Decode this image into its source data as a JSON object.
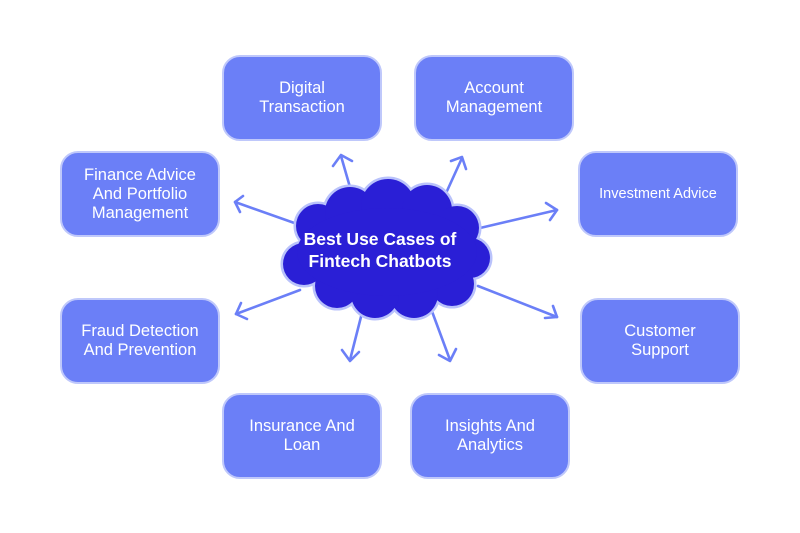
{
  "diagram": {
    "center_label": "Best Use Cases of\nFintech Chatbots",
    "boxes": [
      {
        "id": "digital",
        "label": "Digital\nTransaction"
      },
      {
        "id": "account",
        "label": "Account\nManagement"
      },
      {
        "id": "finance",
        "label": "Finance Advice\nAnd Portfolio\nManagement"
      },
      {
        "id": "investment",
        "label": "Investment Advice"
      },
      {
        "id": "fraud",
        "label": "Fraud Detection\nAnd Prevention"
      },
      {
        "id": "customer",
        "label": "Customer\nSupport"
      },
      {
        "id": "insurance",
        "label": "Insurance And\nLoan"
      },
      {
        "id": "insights",
        "label": "Insights And\nAnalytics"
      }
    ]
  },
  "colors": {
    "box_fill": "#6b7ff7",
    "box_border": "#bfc8fb",
    "cloud_fill": "#2a1fd6",
    "cloud_outline": "#b9c2fb",
    "arrow": "#6b7ff7"
  }
}
